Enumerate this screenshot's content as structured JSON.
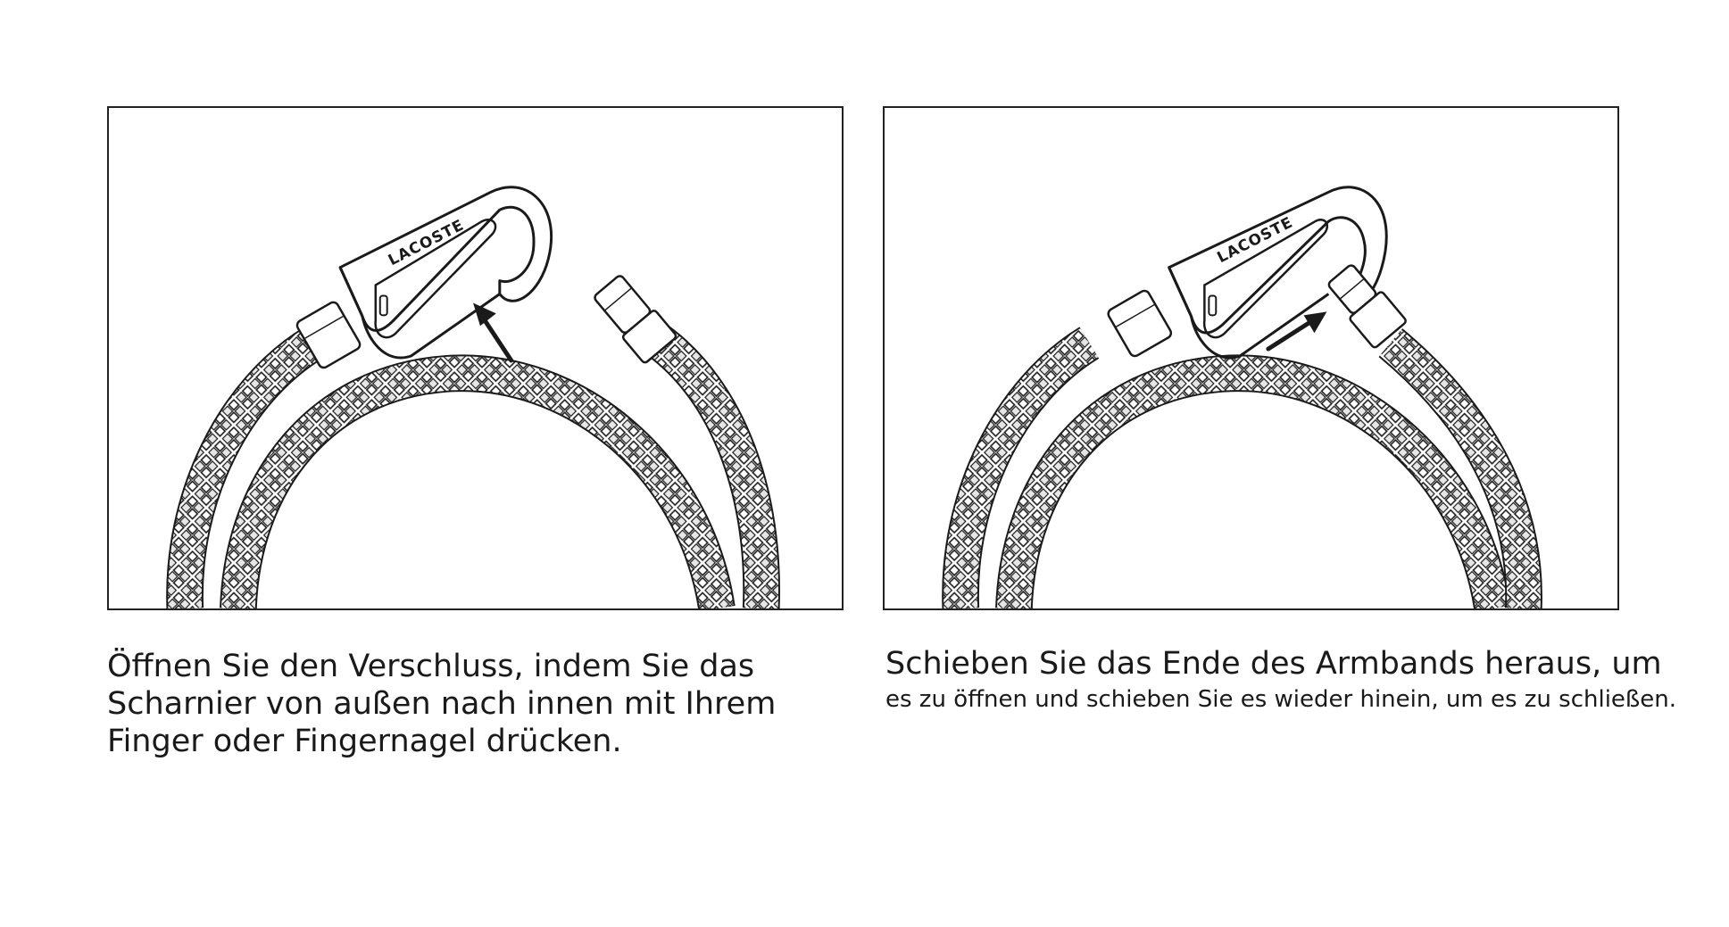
{
  "panels": {
    "left": {
      "brand": "LACOSTE",
      "caption_lines": [
        "Öffnen Sie den Verschluss, indem Sie das",
        "Scharnier von außen nach innen mit Ihrem",
        "Finger oder Fingernagel drücken."
      ]
    },
    "right": {
      "brand": "LACOSTE",
      "caption_lines": [
        "Schieben Sie das Ende des Armbands heraus, um",
        "es zu öffnen und schieben Sie es wieder hinein, um es zu schließen."
      ]
    }
  },
  "colors": {
    "line": "#1a1a1a",
    "paper": "#ffffff",
    "weave": "#f2f2f2"
  },
  "icons": [
    "braided-cord",
    "carabiner-clasp",
    "end-cap",
    "arrow"
  ]
}
